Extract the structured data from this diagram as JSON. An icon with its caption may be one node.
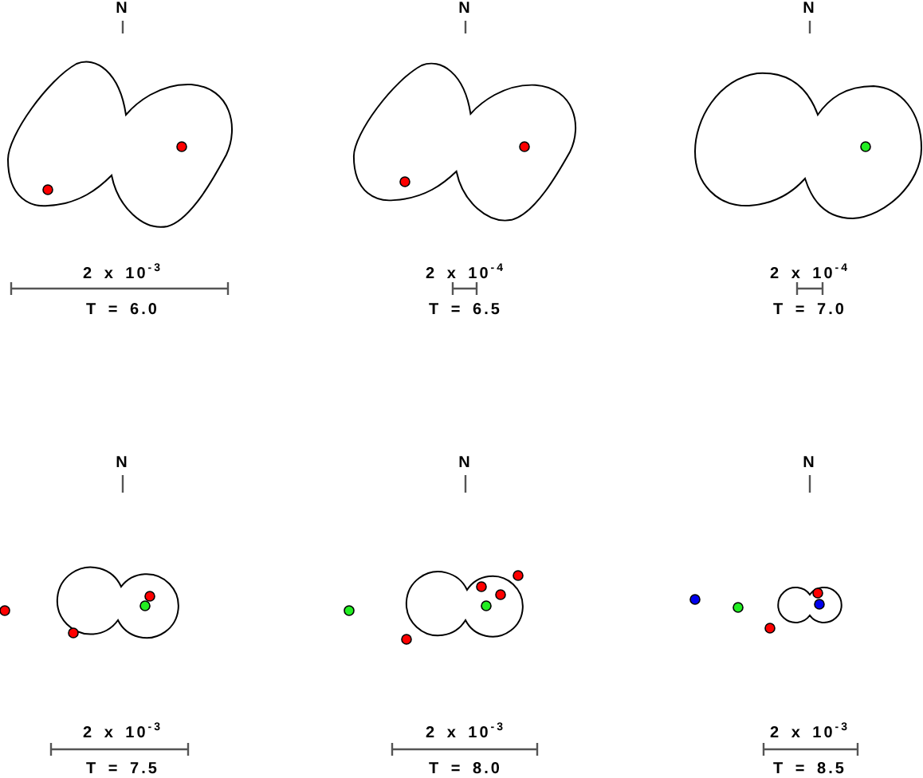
{
  "diagram": {
    "labels": [
      "N",
      "N",
      "N",
      "2 x 10$^{-3}$",
      "2 x 10$^{-4}$",
      "2 x 10$^{-4}$",
      "T = 6.0",
      "T = 6.5",
      "T = 7.0",
      "N",
      "N",
      "N",
      "2 x 10$^{-3}$",
      "2 x 10$^{-3}$",
      "2 x 10$^{-3}$",
      "T = 7.5",
      "T = 8.0",
      "T = 8.5"
    ]
  }
}
